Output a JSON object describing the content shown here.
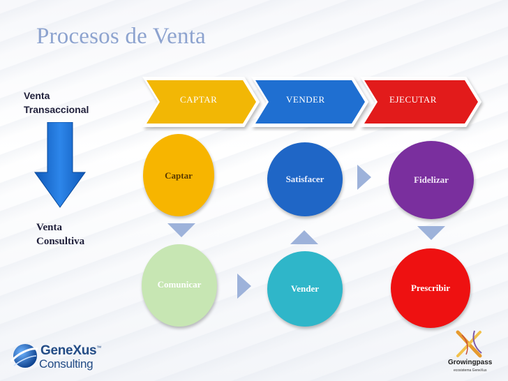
{
  "title": "Procesos de Venta",
  "left_top_label": [
    "Venta",
    "Transaccional"
  ],
  "left_bottom_label": [
    "Venta",
    "Consultiva"
  ],
  "stages": [
    {
      "label": "CAPTAR",
      "color": "#f2b705"
    },
    {
      "label": "VENDER",
      "color": "#1f6fd1"
    },
    {
      "label": "EJECUTAR",
      "color": "#e21b1b"
    }
  ],
  "circles": {
    "captar": {
      "label": "Captar",
      "color": "#f7b500",
      "text_color": "#5a3a00"
    },
    "satisfacer": {
      "label": "Satisfacer",
      "color": "#1f66c6",
      "text_color": "#e8eefc"
    },
    "fidelizar": {
      "label": "Fidelizar",
      "color": "#7a2f9e",
      "text_color": "#f1e6f7"
    },
    "comunicar": {
      "label": "Comunicar",
      "color": "#c7e6b3",
      "text_color": "#ffffff"
    },
    "vender": {
      "label": "Vender",
      "color": "#2fb6c9",
      "text_color": "#ffffff"
    },
    "prescribir": {
      "label": "Prescribir",
      "color": "#ee1111",
      "text_color": "#ffffff"
    }
  },
  "flow_arrow_color": "#9db2da",
  "down_arrow_color": "#1468d6",
  "logo_left": {
    "line1": "GeneXus",
    "tm": "™",
    "line2": "Consulting"
  },
  "logo_right": {
    "brand": "Growingpass",
    "tagline": "ecosistema GeneXus"
  }
}
